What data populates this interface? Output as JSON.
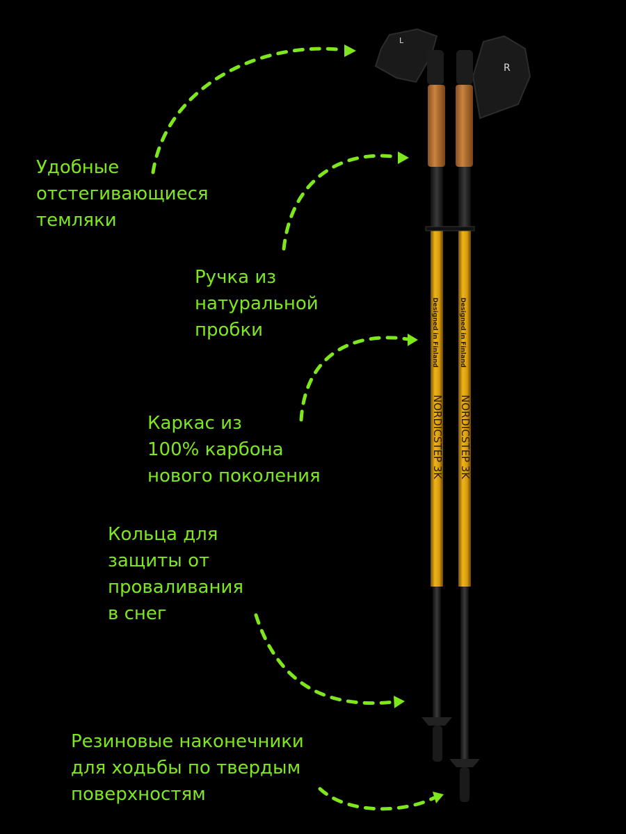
{
  "colors": {
    "accent": "#7ee81c",
    "background": "#000000",
    "shaft": "#d9a012",
    "cork": "#b8743a"
  },
  "product": {
    "brand_print": "NORDICSTEP 3K",
    "tagline_print": "Designed in Finland",
    "strap_left": "L",
    "strap_right": "R"
  },
  "callouts": [
    {
      "lines": [
        "Удобные",
        "отстегивающиеся",
        "темляки"
      ]
    },
    {
      "lines": [
        "Ручка из",
        "натуральной",
        "пробки"
      ]
    },
    {
      "lines": [
        "Каркас из",
        "100% карбона",
        "нового поколения"
      ]
    },
    {
      "lines": [
        "Кольца для",
        "защиты от",
        "проваливания",
        "в снег"
      ]
    },
    {
      "lines": [
        "Резиновые наконечники",
        "для ходьбы по твердым",
        "поверхностям"
      ]
    }
  ]
}
